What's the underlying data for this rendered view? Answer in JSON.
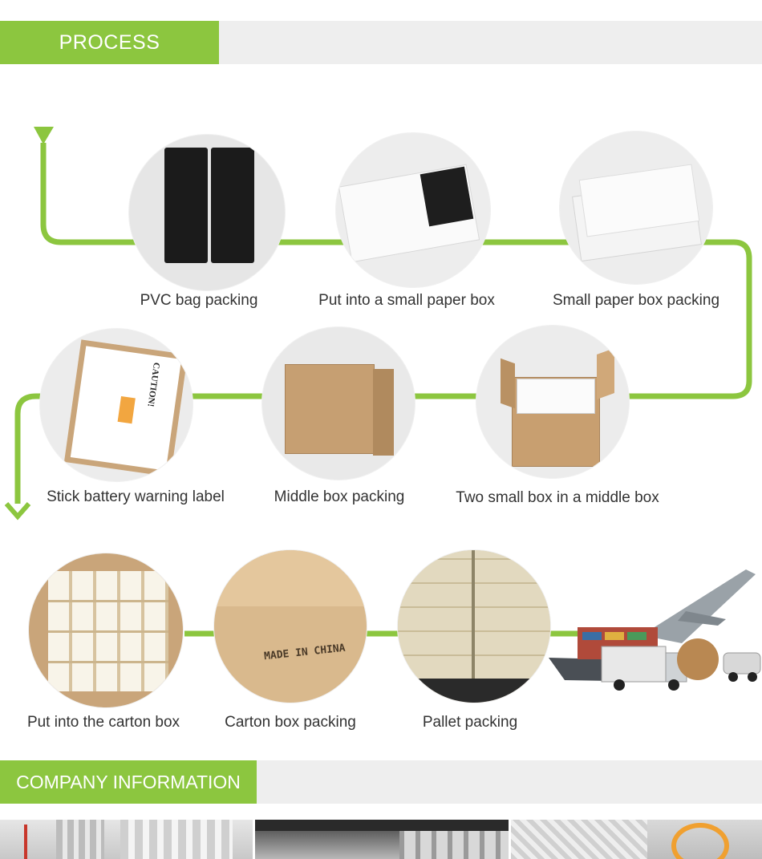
{
  "sections": {
    "process_title": "PROCESS",
    "company_title": "COMPANY INFORMATION"
  },
  "steps": [
    {
      "label": "PVC bag packing"
    },
    {
      "label": "Put into a small paper box"
    },
    {
      "label": "Small paper box packing"
    },
    {
      "label": "Two small box in a middle box"
    },
    {
      "label": "Middle box packing"
    },
    {
      "label": "Stick battery warning label"
    },
    {
      "label": "Put into the carton box"
    },
    {
      "label": "Carton box packing"
    },
    {
      "label": "Pallet packing"
    }
  ],
  "images": {
    "warning_label_title": "CAUTION!",
    "carton_print": "MADE IN CHINA"
  },
  "colors": {
    "accent": "#8cc63f",
    "header_bg": "#eeeeee",
    "text": "#333333"
  }
}
